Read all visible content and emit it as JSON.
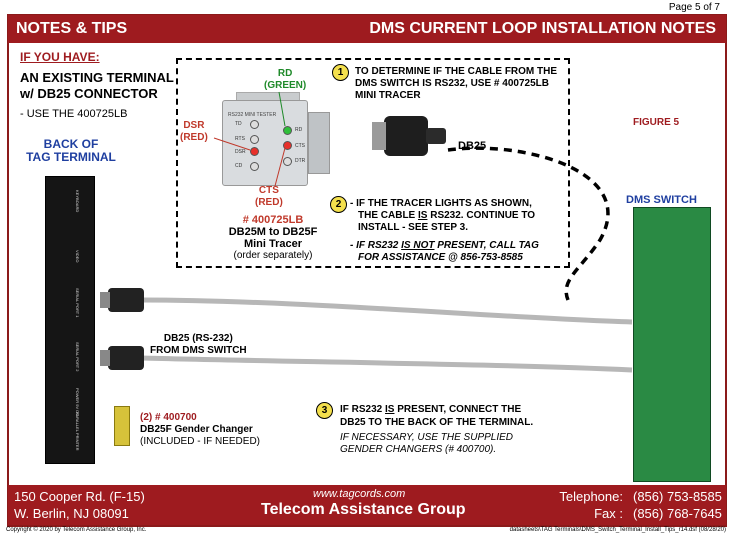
{
  "page_number": "Page 5 of 7",
  "header": {
    "left_title": "NOTES & TIPS",
    "right_title": "DMS CURRENT LOOP INSTALLATION NOTES"
  },
  "intro": {
    "if_you_have": "IF YOU HAVE:",
    "existing_line1": "AN EXISTING TERMINAL",
    "existing_line2": "w/ DB25 CONNECTOR",
    "use": "- USE THE 400725LB"
  },
  "tracer": {
    "rd_line1": "RD",
    "rd_line2": "(GREEN)",
    "dsr_line1": "DSR",
    "dsr_line2": "(RED)",
    "cts_line1": "CTS",
    "cts_line2": "(RED)",
    "part_number": "# 400725LB",
    "name_line1": "DB25M to DB25F",
    "name_line2": "Mini Tracer",
    "order_note": "(order separately)",
    "body_label": "RS232 MINI TESTER",
    "pins": {
      "td": "TD",
      "rd": "RD",
      "rts": "RTS",
      "cts": "CTS",
      "dsr": "DSR",
      "cd": "CD",
      "dtr": "DTR"
    },
    "led_green": "#2fbf3a",
    "led_red": "#e8302a"
  },
  "steps": {
    "n1": "1",
    "s1_line1": "TO DETERMINE IF THE CABLE FROM THE",
    "s1_line2": "DMS SWITCH IS RS232, USE # 400725LB",
    "s1_line3": "MINI TRACER",
    "n2": "2",
    "s2_line1": "- IF THE TRACER LIGHTS AS SHOWN,",
    "s2_line2a": "THE CABLE ",
    "s2_line2b": "IS",
    "s2_line2c": " RS232. CONTINUE TO",
    "s2_line3": "INSTALL - SEE STEP 3.",
    "s2b_line1a": "- IF RS232 ",
    "s2b_line1b": "IS NOT",
    "s2b_line1c": " PRESENT, CALL TAG",
    "s2b_line2": "FOR ASSISTANCE @ 856-753-8585",
    "n3": "3",
    "s3_line1a": "IF RS232 ",
    "s3_line1b": "IS",
    "s3_line1c": " PRESENT, CONNECT THE",
    "s3_line2": "DB25 TO THE BACK OF THE TERMINAL.",
    "s3b_line1": "IF NECESSARY, USE THE SUPPLIED",
    "s3b_line2": "GENDER CHANGERS (# 400700)."
  },
  "db25_label": "DB25",
  "figure_label": "FIGURE 5",
  "back_label_line1": "BACK OF",
  "back_label_line2": "TAG TERMINAL",
  "dms_switch_label": "DMS SWITCH",
  "terminal_ports": {
    "keyboard": "KEYBOARD",
    "video": "VIDEO",
    "serial1": "SERIAL PORT 1",
    "serial2": "SERIAL PORT 2",
    "power": "POWER 9V DC",
    "parallel": "PARALLEL PRINTER"
  },
  "cable": {
    "line1": "DB25 (RS-232)",
    "line2": "FROM DMS SWITCH"
  },
  "gender_changer": {
    "part_number": "(2) # 400700",
    "name": "DB25F Gender Changer",
    "note": "(INCLUDED - IF NEEDED)"
  },
  "footer": {
    "address_line1": "150 Cooper Rd. (F-15)",
    "address_line2": "W. Berlin, NJ  08091",
    "website": "www.tagcords.com",
    "company": "Telecom  Assistance Group",
    "telephone_label": "Telephone:",
    "telephone": "(856) 753-8585",
    "fax_label": "Fax :",
    "fax": "(856) 768-7645"
  },
  "copyright": "Copyright © 2020 by Telecom Assistance Group, Inc.",
  "file_path": "datasheets\\TAG Terminals\\DMS_Switch_Terminal_Install_Tips_r14.dsf (08/28/20)",
  "colors": {
    "brand_red": "#9e1b1f",
    "label_blue": "#1f3fa0",
    "rack_green": "#2a8a44",
    "step_yellow": "#f4e04d"
  }
}
